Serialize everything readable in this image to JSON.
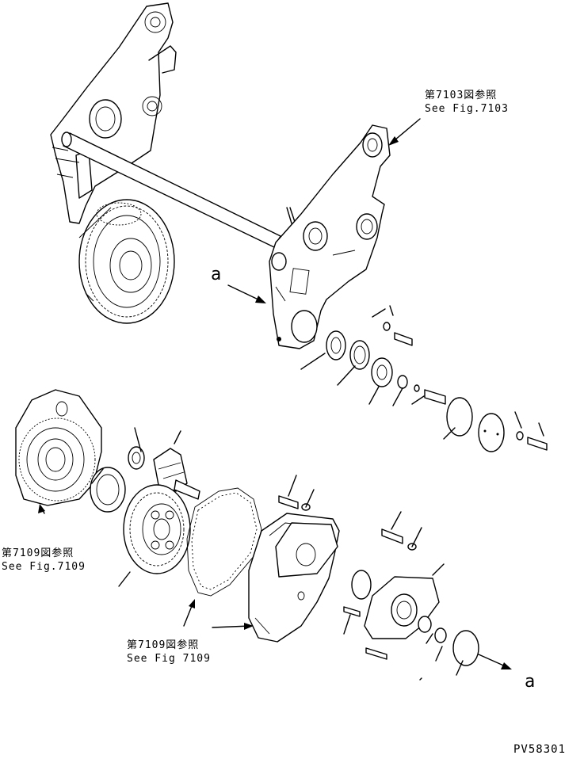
{
  "references": {
    "fig7103": {
      "line1": "第7103図参照",
      "line2": "See Fig.7103"
    },
    "fig7109_left": {
      "line1": "第7109図参照",
      "line2": "See Fig.7109"
    },
    "fig7109_bottom": {
      "line1": "第7109図参照",
      "line2": "See Fig 7109"
    }
  },
  "view_markers": {
    "a_top": "a",
    "a_bottom": "a"
  },
  "drawing_code": "PV58301",
  "ink_color": "#000000",
  "paper_color": "#ffffff"
}
